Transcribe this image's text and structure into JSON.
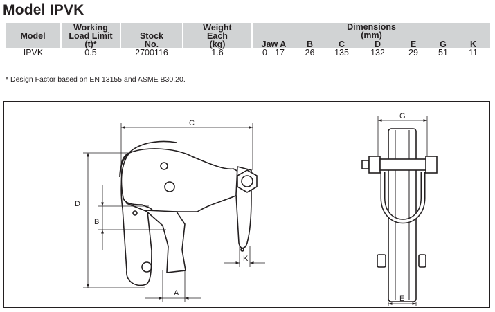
{
  "title": "Model IPVK",
  "table": {
    "headers": {
      "model": "Model",
      "wll_line1": "Working",
      "wll_line2": "Load Limit",
      "wll_line3": "(t)*",
      "stock_line1": "Stock",
      "stock_line2": "No.",
      "weight_line1": "Weight",
      "weight_line2": "Each",
      "weight_line3": "(kg)",
      "dimensions_line1": "Dimensions",
      "dimensions_line2": "(mm)",
      "dim_cols": [
        "Jaw A",
        "B",
        "C",
        "D",
        "E",
        "G",
        "K"
      ]
    },
    "rows": [
      {
        "model": "IPVK",
        "wll": "0.5",
        "stock": "2700116",
        "weight": "1.6",
        "dims": [
          "0 - 17",
          "26",
          "135",
          "132",
          "29",
          "51",
          "11"
        ]
      }
    ]
  },
  "footnote": "* Design Factor based on EN 13155 and ASME B30.20.",
  "drawing": {
    "labels": {
      "a": "A",
      "b": "B",
      "c": "C",
      "d": "D",
      "e": "E",
      "g": "G",
      "k": "K"
    }
  }
}
